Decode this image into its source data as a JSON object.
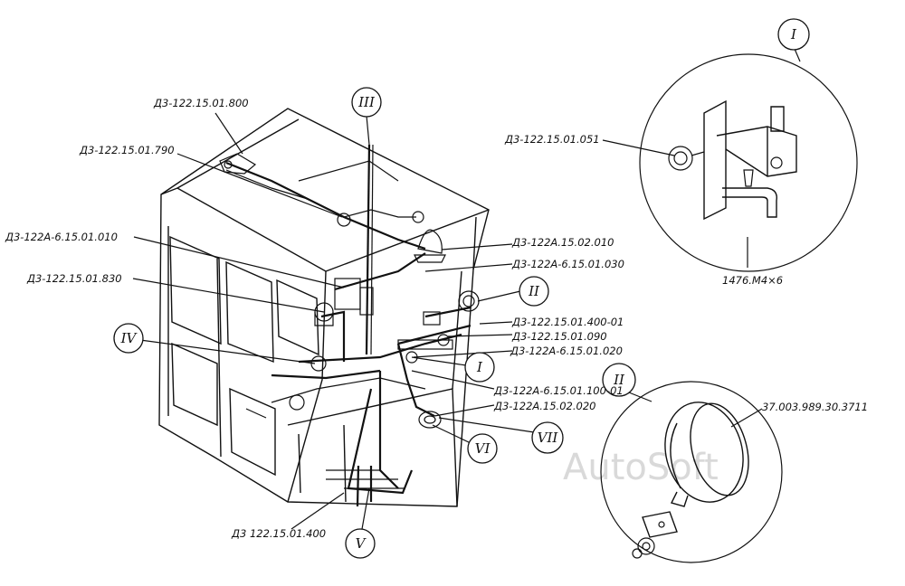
{
  "labels": {
    "l800": "Д3-122.15.01.800",
    "l790": "Д3-122.15.01.790",
    "l010a": "Д3-122А-6.15.01.010",
    "l830": "Д3-122.15.01.830",
    "l051": "Д3-122.15.01.051",
    "l1476": "1476.М4×6",
    "l02010": "Д3-122А.15.02.010",
    "l030": "Д3-122А-6.15.01.030",
    "l400_01": "Д3-122.15.01.400-01",
    "l090": "Д3-122.15.01.090",
    "l020": "Д3-122А-6.15.01.020",
    "l100_01": "Д3-122А-6.15.01.100-01",
    "l02020": "Д3-122А.15.02.020",
    "l400": "Д3 122.15.01.400",
    "l3711": "37.003.989.30.3711"
  },
  "callouts": {
    "c1_big": "I",
    "c2_big": "II",
    "c3": "III",
    "c2": "II",
    "c4": "IV",
    "c1": "I",
    "c6": "VI",
    "c7": "VII",
    "c5": "V"
  },
  "watermark": "AutoSoft"
}
